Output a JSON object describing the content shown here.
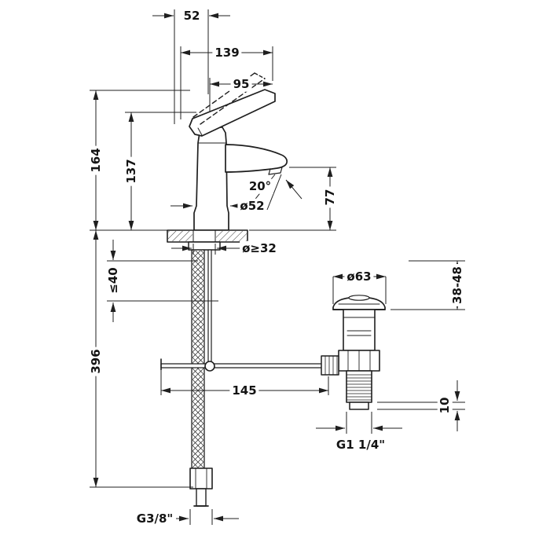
{
  "drawing": {
    "colors": {
      "line": "#1f1f1f",
      "background": "#ffffff"
    },
    "labels": {
      "handle_width": "52",
      "total_depth": "139",
      "spout_reach": "95",
      "total_height": "164",
      "body_height": "137",
      "spray_angle": "20°",
      "spout_height": "77",
      "base_diameter": "ø52",
      "min_hole_diameter": "ø≥32",
      "max_mount_thickness": "≤40",
      "hose_length": "396",
      "rod_reach": "145",
      "waste_flange_diameter": "ø63",
      "waste_adjust_range": "38-48",
      "waste_tip_length": "10",
      "waste_thread": "G1 1/4\"",
      "supply_thread": "G3/8\""
    }
  }
}
